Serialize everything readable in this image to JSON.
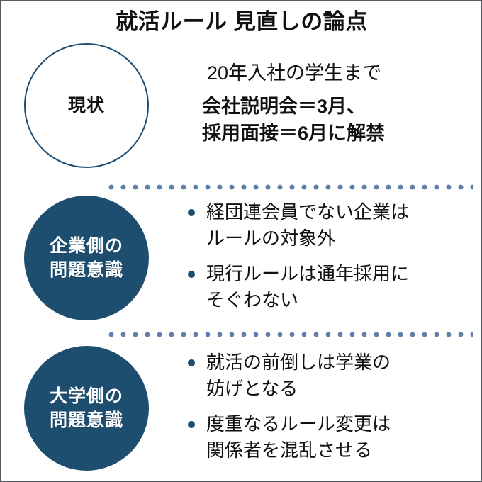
{
  "title": "就活ルール 見直しの論点",
  "colors": {
    "navy": "#1d4e70",
    "dot_blue": "#5f7fa8",
    "text": "#111111",
    "background": "#ffffff",
    "frame": "#555a5e"
  },
  "sections": [
    {
      "circle_label_line1": "現状",
      "circle_style": "outline",
      "lines": [
        {
          "text": "20年入社の学生まで",
          "weight": "normal"
        },
        {
          "text": "会社説明会＝3月、",
          "weight": "bold"
        },
        {
          "text": "採用面接＝6月に解禁",
          "weight": "bold"
        }
      ]
    },
    {
      "circle_label_line1": "企業側の",
      "circle_label_line2": "問題意識",
      "circle_style": "filled",
      "bullets": [
        {
          "line1": "経団連会員でない企業は",
          "line2": "ルールの対象外"
        },
        {
          "line1": "現行ルールは通年採用に",
          "line2": "そぐわない"
        }
      ]
    },
    {
      "circle_label_line1": "大学側の",
      "circle_label_line2": "問題意識",
      "circle_style": "filled",
      "bullets": [
        {
          "line1": "就活の前倒しは学業の",
          "line2": "妨げとなる"
        },
        {
          "line1": "度重なるルール変更は",
          "line2": "関係者を混乱させる"
        }
      ]
    }
  ]
}
